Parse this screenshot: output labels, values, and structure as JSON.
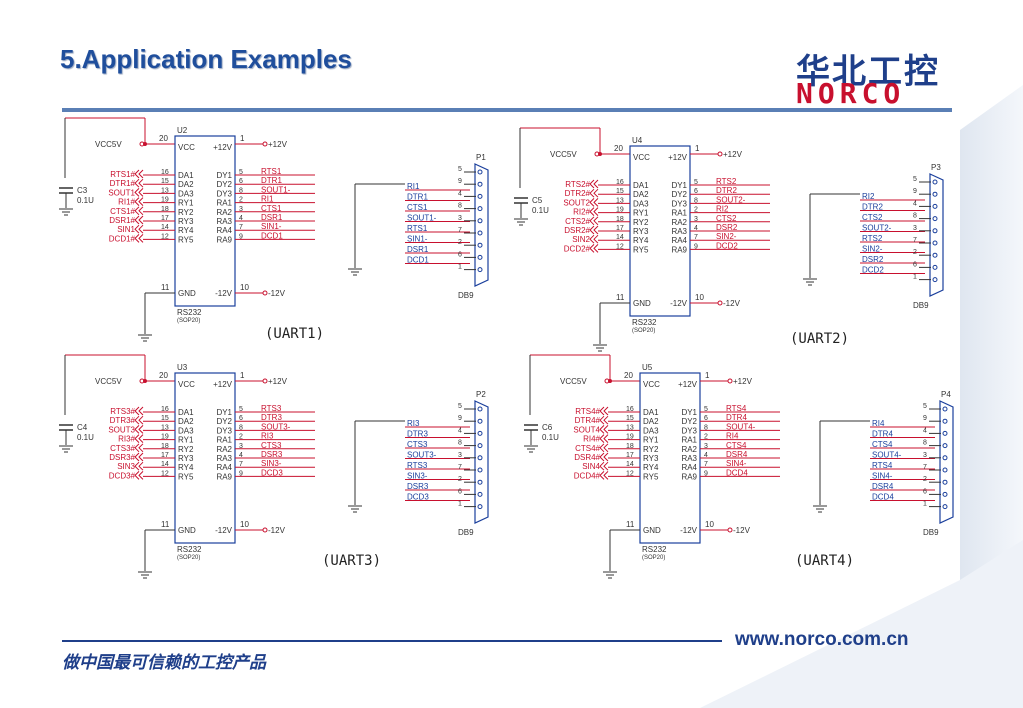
{
  "title": "5.Application Examples",
  "logo": {
    "cn": "华北工控",
    "en": "NORCO"
  },
  "footer": {
    "url": "www.norco.com.cn",
    "slogan": "做中国最可信赖的工控产品"
  },
  "schematic": {
    "vcc_label": "VCC5V",
    "chip_part": "RS232",
    "chip_package": "(SOP20)",
    "left_pins": [
      "DA1",
      "DA2",
      "DA3",
      "RY1",
      "RY2",
      "RY3",
      "RY4",
      "RY5"
    ],
    "left_pin_numbers": [
      "16",
      "15",
      "13",
      "19",
      "18",
      "17",
      "14",
      "12"
    ],
    "right_pins": [
      "DY1",
      "DY2",
      "DY3",
      "RA1",
      "RA2",
      "RA3",
      "RA4",
      "RA9"
    ],
    "right_pin_numbers": [
      "5",
      "6",
      "8",
      "2",
      "3",
      "4",
      "7",
      "9"
    ],
    "vcc_pin": "VCC",
    "vcc_pin_number": "20",
    "gnd_pin": "GND",
    "gnd_pin_number": "11",
    "p12_pin": "+12V",
    "p12_pin_number": "1",
    "p12_label": "+12V",
    "m12_pin": "-12V",
    "m12_pin_number": "10",
    "m12_label": "-12V",
    "connector_type": "DB9",
    "connector_pins": [
      "5",
      "9",
      "4",
      "8",
      "3",
      "7",
      "2",
      "6",
      "1"
    ],
    "cap_value": "0.1U",
    "blocks": [
      {
        "chip": "U2",
        "cap": "C3",
        "connector": "P1",
        "uart": "(UART1)",
        "left_nets": [
          "RTS1#",
          "DTR1#",
          "SOUT1",
          "RI1#",
          "CTS1#",
          "DSR1#",
          "SIN1",
          "DCD1#"
        ],
        "right_nets": [
          "RTS1",
          "DTR1",
          "SOUT1-",
          "RI1",
          "CTS1",
          "DSR1",
          "SIN1-",
          "DCD1"
        ],
        "conn_nets": [
          "RI1",
          "DTR1",
          "CTS1",
          "SOUT1-",
          "RTS1",
          "SIN1-",
          "DSR1",
          "DCD1"
        ]
      },
      {
        "chip": "U4",
        "cap": "C5",
        "connector": "P3",
        "uart": "(UART2)",
        "left_nets": [
          "RTS2#",
          "DTR2#",
          "SOUT2",
          "RI2#",
          "CTS2#",
          "DSR2#",
          "SIN2",
          "DCD2#"
        ],
        "right_nets": [
          "RTS2",
          "DTR2",
          "SOUT2-",
          "RI2",
          "CTS2",
          "DSR2",
          "SIN2-",
          "DCD2"
        ],
        "conn_nets": [
          "RI2",
          "DTR2",
          "CTS2",
          "SOUT2-",
          "RTS2",
          "SIN2-",
          "DSR2",
          "DCD2"
        ]
      },
      {
        "chip": "U3",
        "cap": "C4",
        "connector": "P2",
        "uart": "(UART3)",
        "left_nets": [
          "RTS3#",
          "DTR3#",
          "SOUT3",
          "RI3#",
          "CTS3#",
          "DSR3#",
          "SIN3",
          "DCD3#"
        ],
        "right_nets": [
          "RTS3",
          "DTR3",
          "SOUT3-",
          "RI3",
          "CTS3",
          "DSR3",
          "SIN3-",
          "DCD3"
        ],
        "conn_nets": [
          "RI3",
          "DTR3",
          "CTS3",
          "SOUT3-",
          "RTS3",
          "SIN3-",
          "DSR3",
          "DCD3"
        ]
      },
      {
        "chip": "U5",
        "cap": "C6",
        "connector": "P4",
        "uart": "(UART4)",
        "left_nets": [
          "RTS4#",
          "DTR4#",
          "SOUT4",
          "RI4#",
          "CTS4#",
          "DSR4#",
          "SIN4",
          "DCD4#"
        ],
        "right_nets": [
          "RTS4",
          "DTR4",
          "SOUT4-",
          "RI4",
          "CTS4",
          "DSR4",
          "SIN4-",
          "DCD4"
        ],
        "conn_nets": [
          "RI4",
          "DTR4",
          "CTS4",
          "SOUT4-",
          "RTS4",
          "SIN4-",
          "DSR4",
          "DCD4"
        ]
      }
    ]
  }
}
